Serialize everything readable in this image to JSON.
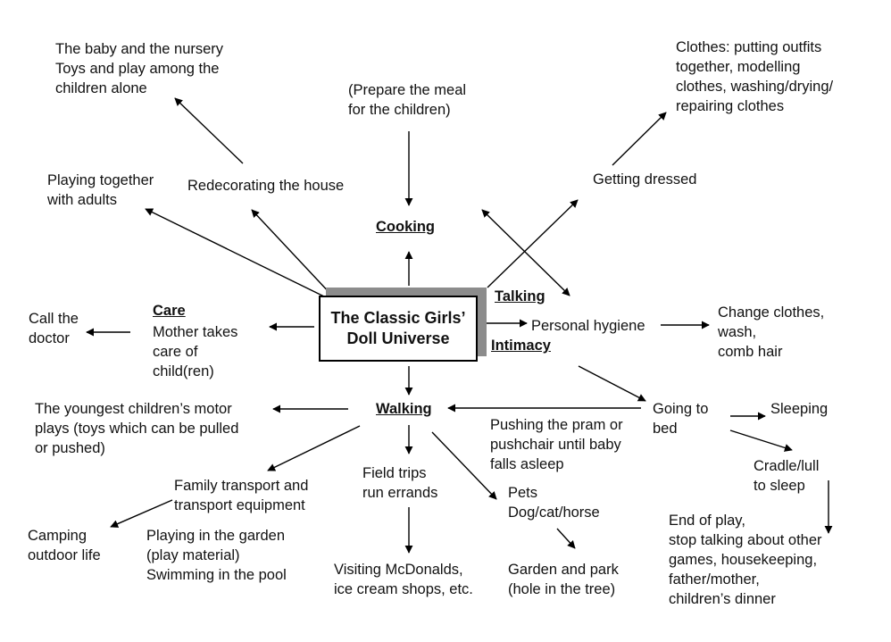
{
  "center": {
    "title": "The Classic Girls’\nDoll Universe"
  },
  "headings": {
    "cooking": "Cooking",
    "talking": "Talking",
    "intimacy": "Intimacy",
    "care": "Care",
    "walking": "Walking"
  },
  "nodes": {
    "baby_nursery": "The baby and the nursery\nToys and play among the\nchildren alone",
    "prepare_meal": "(Prepare the meal\nfor the children)",
    "clothes": "Clothes: putting outfits\ntogether, modelling\nclothes, washing/drying/\nrepairing clothes",
    "playing_adults": "Playing together\nwith adults",
    "redecorating": "Redecorating the house",
    "getting_dressed": "Getting dressed",
    "call_doctor": "Call the\ndoctor",
    "mother_care": "Mother takes\ncare of\nchild(ren)",
    "personal_hygiene": "Personal hygiene",
    "change_clothes": "Change clothes,\nwash,\ncomb hair",
    "youngest_motor": "The youngest children’s motor\nplays (toys which can be pulled\nor pushed)",
    "pushing_pram": "Pushing the pram or\npushchair until baby\nfalls asleep",
    "going_bed": "Going to\nbed",
    "sleeping": "Sleeping",
    "family_transport": "Family transport and\ntransport equipment",
    "field_trips": "Field trips\nrun errands",
    "pets": "Pets\nDog/cat/horse",
    "cradle": "Cradle/lull\nto sleep",
    "camping": "Camping\noutdoor life",
    "garden_play": "Playing in the garden\n(play material)\nSwimming in the pool",
    "mcdonalds": "Visiting McDonalds,\nice cream shops, etc.",
    "garden_park": "Garden and park\n(hole in the tree)",
    "end_play": "End of play,\nstop talking about other\ngames, housekeeping,\nfather/mother,\nchildren’s dinner"
  },
  "colors": {
    "ink": "#000000",
    "shadow": "#8c8c8c"
  }
}
